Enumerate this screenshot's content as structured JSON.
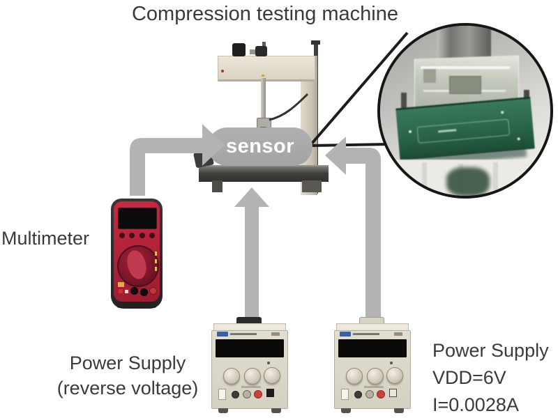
{
  "title": "Compression testing machine",
  "sensor_label": "sensor",
  "labels": {
    "multimeter": "Multimeter",
    "psu_left": [
      "Power Supply",
      "(reverse voltage)"
    ],
    "psu_right": [
      "Power Supply",
      "VDD=6V",
      "I=0.0028A"
    ]
  },
  "connections": [
    {
      "from": "multimeter",
      "to": "sensor"
    },
    {
      "from": "power-supply-reverse-voltage",
      "to": "sensor"
    },
    {
      "from": "power-supply-vdd",
      "to": "sensor"
    }
  ],
  "colors": {
    "arrow_gray": "#b3b3b3",
    "sensor_pill": "#a8a8a8",
    "text": "#3a3a3a",
    "multimeter_red": "#b5203a",
    "psu_beige": "#ddd9cb",
    "pcb_green": "#2a6448",
    "callout_black": "#1c1c1c"
  }
}
